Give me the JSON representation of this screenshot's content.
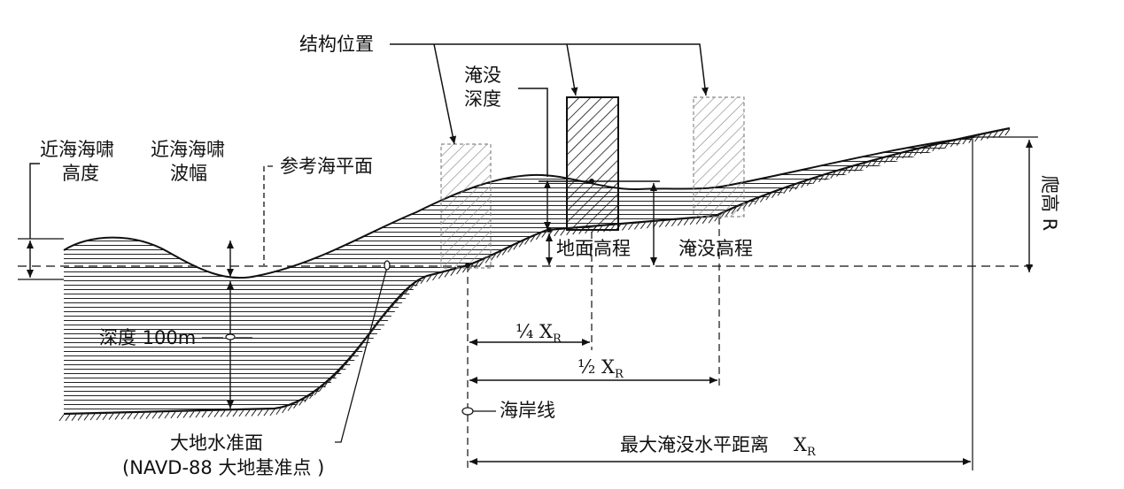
{
  "labels": {
    "structure_position": "结构位置",
    "inundation_depth_1": "淹没",
    "inundation_depth_2": "深度",
    "offshore_tsunami_height_1": "近海海啸",
    "offshore_tsunami_height_2": "高度",
    "offshore_tsunami_amplitude_1": "近海海啸",
    "offshore_tsunami_amplitude_2": "波幅",
    "reference_sea_level": "参考海平面",
    "ground_elevation": "地面高程",
    "inundation_elevation": "淹没高程",
    "runup_height": "爬高 R",
    "depth": "深度 100m",
    "quarter_xr": "¼ X",
    "half_xr": "½ X",
    "xr_subscript": "R",
    "shoreline": "海岸线",
    "max_inundation_distance": "最大淹没水平距离",
    "max_inundation_symbol": "X",
    "geodetic_datum_1": "大地水准面",
    "geodetic_datum_2": "(NAVD-88 大地基准点 )"
  },
  "colors": {
    "line": "#111111",
    "hatch": "#222222",
    "light_hatch": "#8a8a8a",
    "background": "#ffffff"
  }
}
